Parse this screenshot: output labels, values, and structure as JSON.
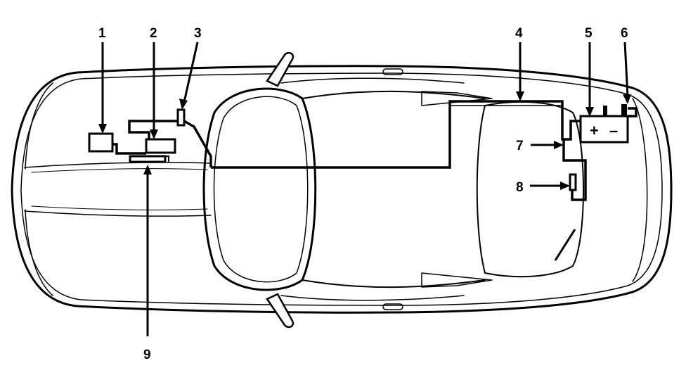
{
  "diagram": {
    "callouts": [
      {
        "id": "1",
        "label": "1"
      },
      {
        "id": "2",
        "label": "2"
      },
      {
        "id": "3",
        "label": "3"
      },
      {
        "id": "4",
        "label": "4"
      },
      {
        "id": "5",
        "label": "5"
      },
      {
        "id": "6",
        "label": "6"
      },
      {
        "id": "7",
        "label": "7"
      },
      {
        "id": "8",
        "label": "8"
      },
      {
        "id": "9",
        "label": "9"
      }
    ],
    "battery": {
      "positive_symbol": "+",
      "negative_symbol": "–"
    },
    "colors": {
      "line": "#000000",
      "background": "#ffffff"
    }
  }
}
